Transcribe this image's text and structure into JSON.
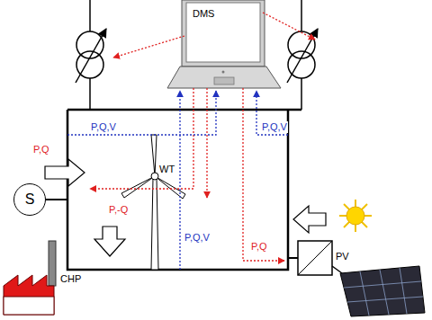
{
  "diagram": {
    "nodes": [
      {
        "text": [
          "DMS"
        ]
      },
      {
        "text": [
          "S"
        ]
      }
    ],
    "labels": [
      "P,Q,V",
      "P,Q,V",
      "P,Q",
      "WT",
      "P,-Q",
      "P,Q,V",
      "P,Q",
      "PV",
      "CHP"
    ]
  }
}
